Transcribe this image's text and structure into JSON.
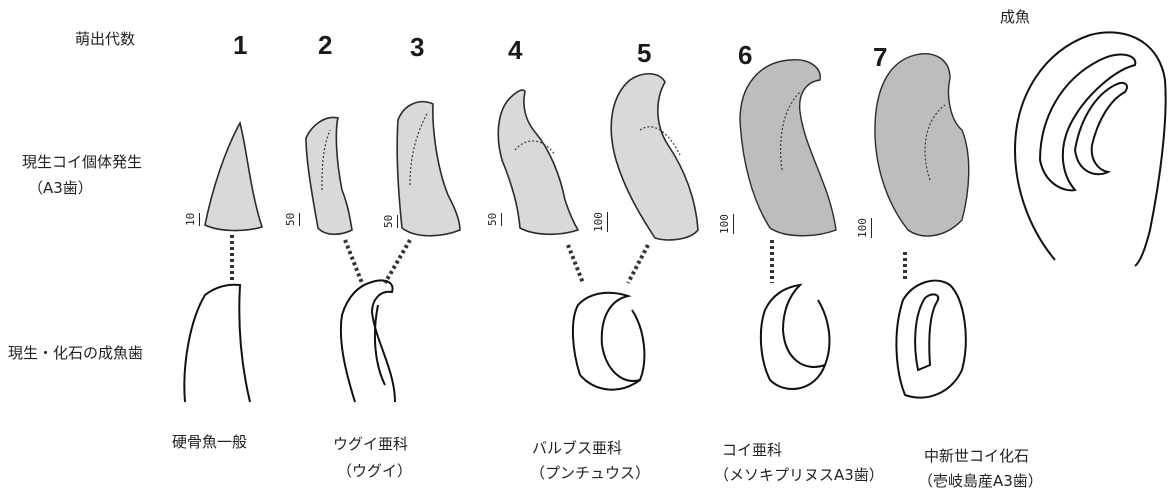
{
  "header": {
    "eruption_generation_label": "萌出代数",
    "adult_fish_label": "成魚",
    "stages": [
      "1",
      "2",
      "3",
      "4",
      "5",
      "6",
      "7"
    ]
  },
  "row_labels": {
    "ontogeny_line1": "現生コイ個体発生",
    "ontogeny_line2": "（A3歯）",
    "adult_teeth": "現生・化石の成魚歯"
  },
  "scale_bars": [
    "10",
    "50",
    "50",
    "50",
    "100",
    "100",
    "100"
  ],
  "captions": {
    "teleost_general": "硬骨魚一般",
    "gobioninae_line1": "ウグイ亜科",
    "gobioninae_line2": "（ウグイ）",
    "barbinae_line1": "バルブス亜科",
    "barbinae_line2": "（プンチュウス）",
    "cyprininae_line1": "コイ亜科",
    "cyprininae_line2": "（メソキプリヌスA3歯）",
    "fossil_line1": "中新世コイ化石",
    "fossil_line2": "（壱岐島産A3歯）"
  }
}
